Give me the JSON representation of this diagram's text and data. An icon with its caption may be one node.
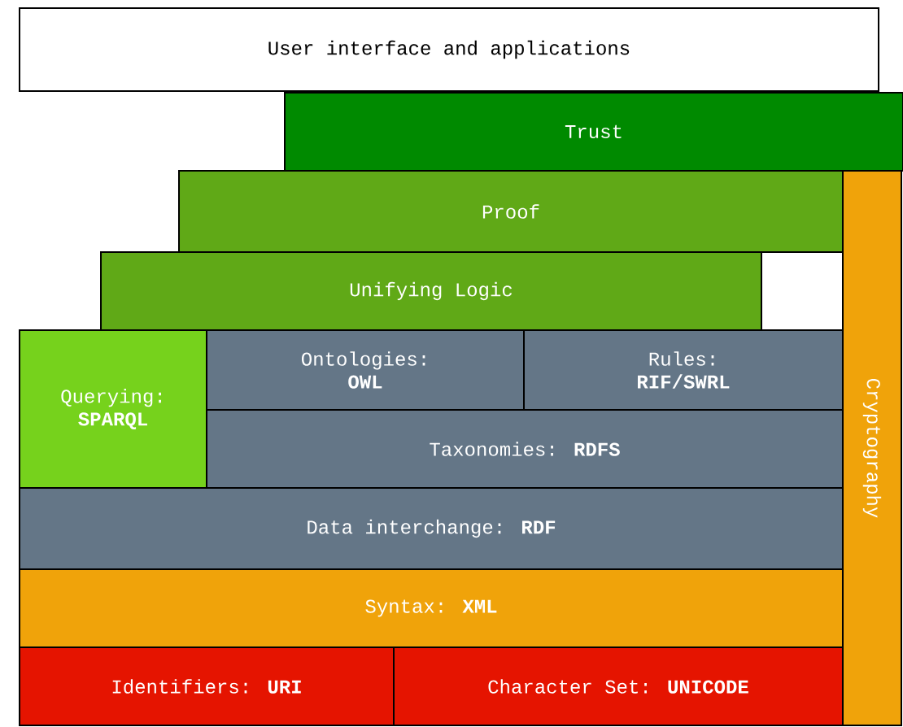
{
  "diagram": {
    "nodes": [
      {
        "text": [
          "User interface and applications"
        ]
      },
      {
        "text": [
          "Trust"
        ]
      },
      {
        "text": [
          "Proof"
        ]
      },
      {
        "text": [
          "Unifying Logic"
        ]
      },
      {
        "text": [
          "Querying: **SPARQL**"
        ]
      },
      {
        "text": [
          "Ontologies: **OWL**"
        ]
      },
      {
        "text": [
          "Rules: **RIF/SWRL**"
        ]
      },
      {
        "text": [
          "Taxonomies: **RDFS**"
        ]
      },
      {
        "text": [
          "Data interchange: **RDF**"
        ]
      },
      {
        "text": [
          "Syntax: **XML**"
        ]
      },
      {
        "text": [
          "Identifiers: **URI**"
        ]
      },
      {
        "text": [
          "Character Set: **UNICODE**"
        ]
      },
      {
        "text": [
          "Cryptography"
        ]
      }
    ]
  }
}
